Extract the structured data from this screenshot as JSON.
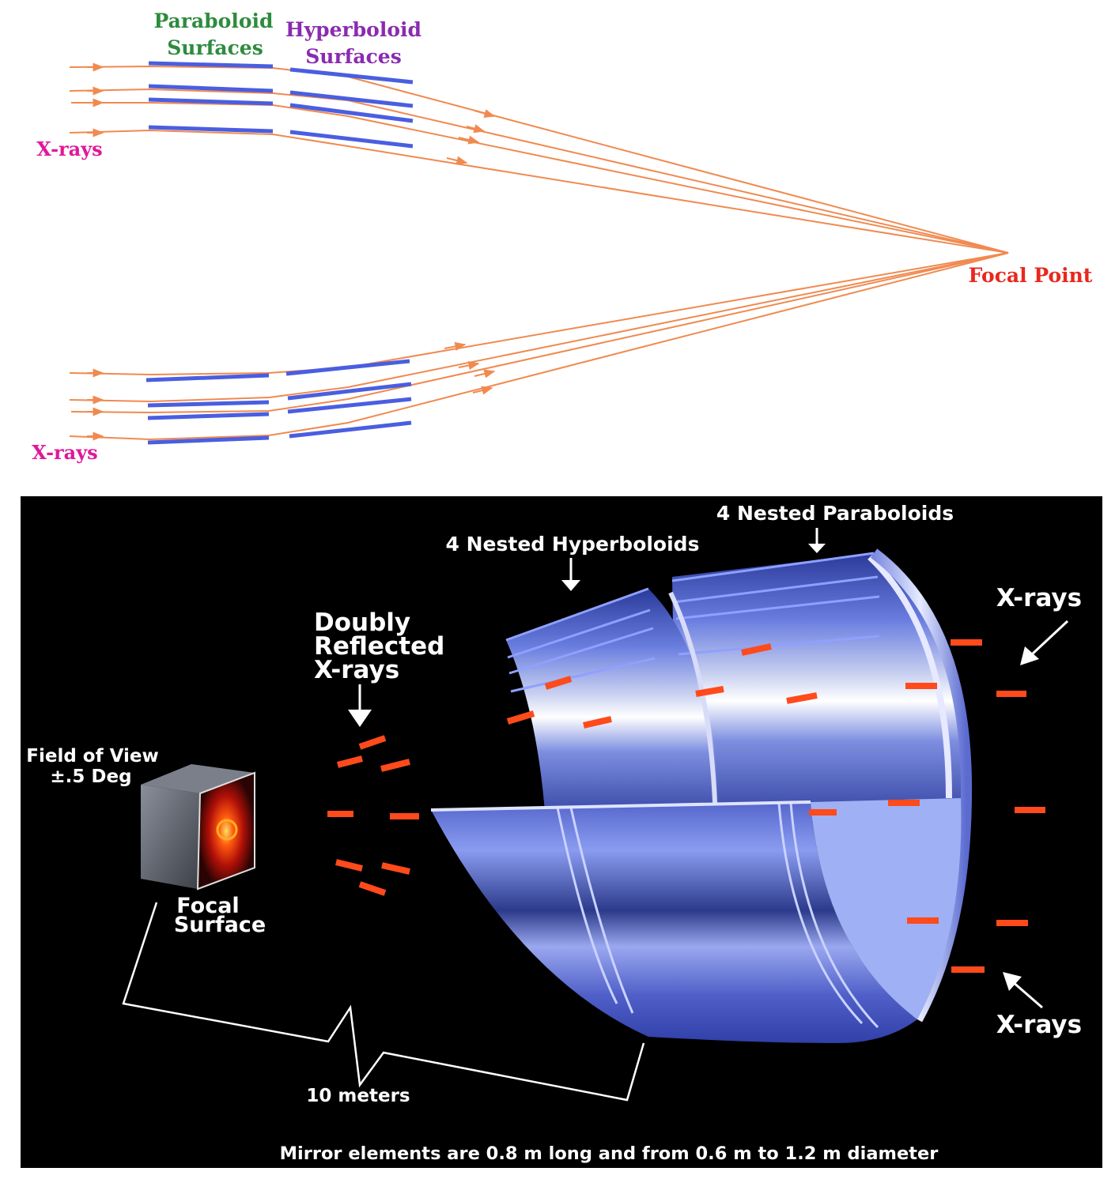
{
  "top_diagram": {
    "paraboloid_label": [
      "Paraboloid",
      "Surfaces"
    ],
    "hyperboloid_label": [
      "Hyperboloid",
      "Surfaces"
    ],
    "xrays_label_top": "X-rays",
    "xrays_label_bottom": "X-rays",
    "focal_point_label": "Focal Point",
    "colors": {
      "paraboloid_text": "#2e8b3e",
      "hyperboloid_text": "#8a2bb0",
      "xrays_text": "#e0189a",
      "focal_text": "#e8281e",
      "ray": "#f08a50",
      "mirror": "#4a5ee0"
    }
  },
  "bottom_diagram": {
    "nested_paraboloids": "4 Nested Paraboloids",
    "nested_hyperboloids": "4 Nested Hyperboloids",
    "doubly_reflected": [
      "Doubly",
      "Reflected",
      "X-rays"
    ],
    "field_of_view": [
      "Field of View",
      "±.5 Deg"
    ],
    "focal_surface": [
      "Focal",
      "Surface"
    ],
    "xrays_upper": "X-rays",
    "xrays_lower": "X-rays",
    "distance": "10 meters",
    "caption": "Mirror elements are 0.8 m long and from 0.6 m to 1.2 m diameter",
    "colors": {
      "background": "#000000",
      "text": "#ffffff",
      "ray_segment": "#ff4a1c",
      "mirror": "#6d7fe0"
    }
  }
}
